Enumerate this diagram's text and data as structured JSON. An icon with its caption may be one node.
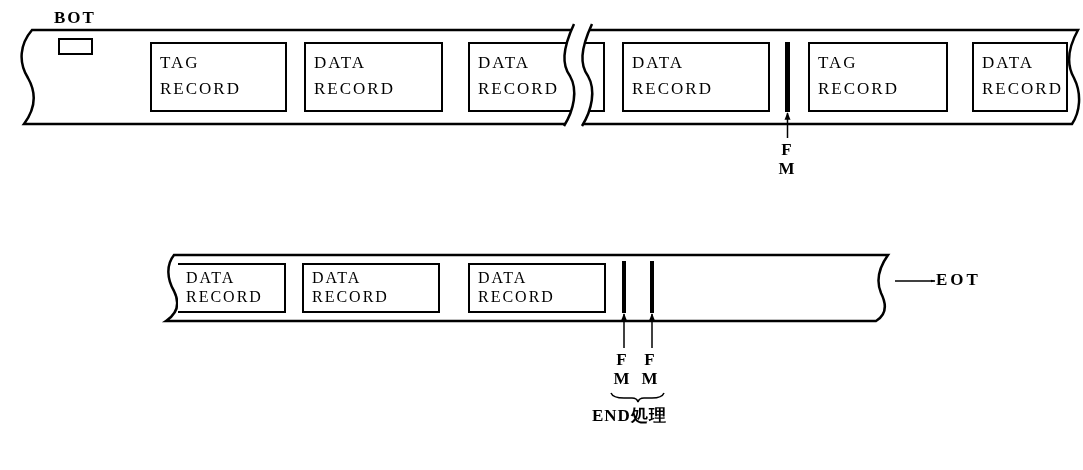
{
  "diagram": {
    "nodes": [
      {
        "text": [],
        "shape": "band"
      },
      {
        "text": [],
        "shape": "box",
        "in": 0,
        "beside": [
          "BOT"
        ]
      },
      {
        "text": [
          "TAG RECORD"
        ],
        "in": 0
      },
      {
        "text": [
          "DATA RECORD"
        ],
        "in": 0
      },
      {
        "text": [
          "DATA RECORD"
        ],
        "in": 0
      },
      {
        "text": [
          "DATA RECORD"
        ],
        "in": 0
      },
      {
        "text": [],
        "shape": "bar",
        "in": 0
      },
      {
        "text": [
          "TAG RECORD"
        ],
        "in": 0
      },
      {
        "text": [
          "DATA RECORD"
        ],
        "in": 0
      },
      {
        "text": [
          "F M"
        ]
      },
      {
        "text": [],
        "shape": "band"
      },
      {
        "text": [
          "DATA RECORD"
        ],
        "in": 10
      },
      {
        "text": [
          "DATA RECORD"
        ],
        "in": 10
      },
      {
        "text": [
          "DATA RECORD"
        ],
        "in": 10
      },
      {
        "text": [],
        "shape": "bar",
        "in": 10
      },
      {
        "text": [],
        "shape": "bar",
        "in": 10
      },
      {
        "text": [
          "F M"
        ]
      },
      {
        "text": [
          "F M"
        ]
      },
      {
        "text": [
          "EOT"
        ]
      }
    ],
    "edges": [
      {
        "from": 9,
        "to": 6,
        "arrow": "to"
      },
      {
        "from": 16,
        "to": 14,
        "arrow": "to"
      },
      {
        "from": 17,
        "to": 15,
        "arrow": "to"
      },
      {
        "from": null,
        "to": 18,
        "arrow": "to"
      }
    ],
    "labels": [
      "END処理"
    ]
  }
}
